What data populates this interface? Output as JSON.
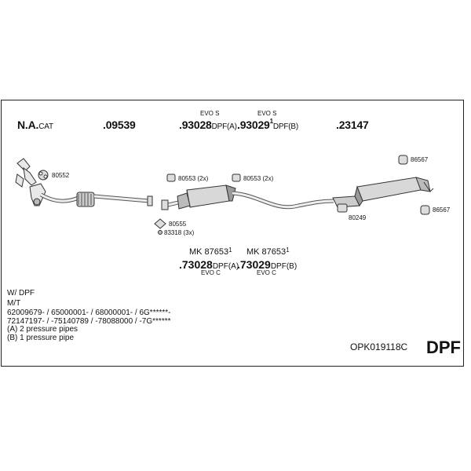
{
  "header": {
    "col1": {
      "main": "N.A.",
      "suffix": "CAT"
    },
    "col2": {
      "main": ".09539"
    },
    "col3": {
      "above": "EVO S",
      "main": ".93028",
      "suffix": "DPF(A)"
    },
    "col4": {
      "above": "EVO S",
      "main": ".93029",
      "sup": "1",
      "suffix": "DPF(B)"
    },
    "col5": {
      "main": ".23147"
    }
  },
  "parts": {
    "p80552": "80552",
    "p80553a": "80553 (2x)",
    "p80553b": "80553 (2x)",
    "p80555": "80555",
    "p83318": "83318 (3x)",
    "p86567a": "86567",
    "p86567b": "86567",
    "p80249": "80249"
  },
  "lower_labels": {
    "left": {
      "mk": "MK  87653",
      "mk_sup": "1",
      "main": ".73028",
      "suffix": "DPF(A)",
      "below": "EVO C"
    },
    "right": {
      "mk": "MK  87653",
      "mk_sup": "1",
      "main": ".73029",
      "suffix": "DPF(B)",
      "below": "EVO C"
    }
  },
  "notes": [
    "W/ DPF",
    "M/T",
    "62009679- / 65000001- / 68000001- / 6G******-",
    "72147197- / -75140789 / -78088000 / -7G******",
    "(A) 2 pressure pipes",
    "(B) 1 pressure pipe"
  ],
  "footer": {
    "code": "OPK019118C",
    "type": "DPF"
  }
}
